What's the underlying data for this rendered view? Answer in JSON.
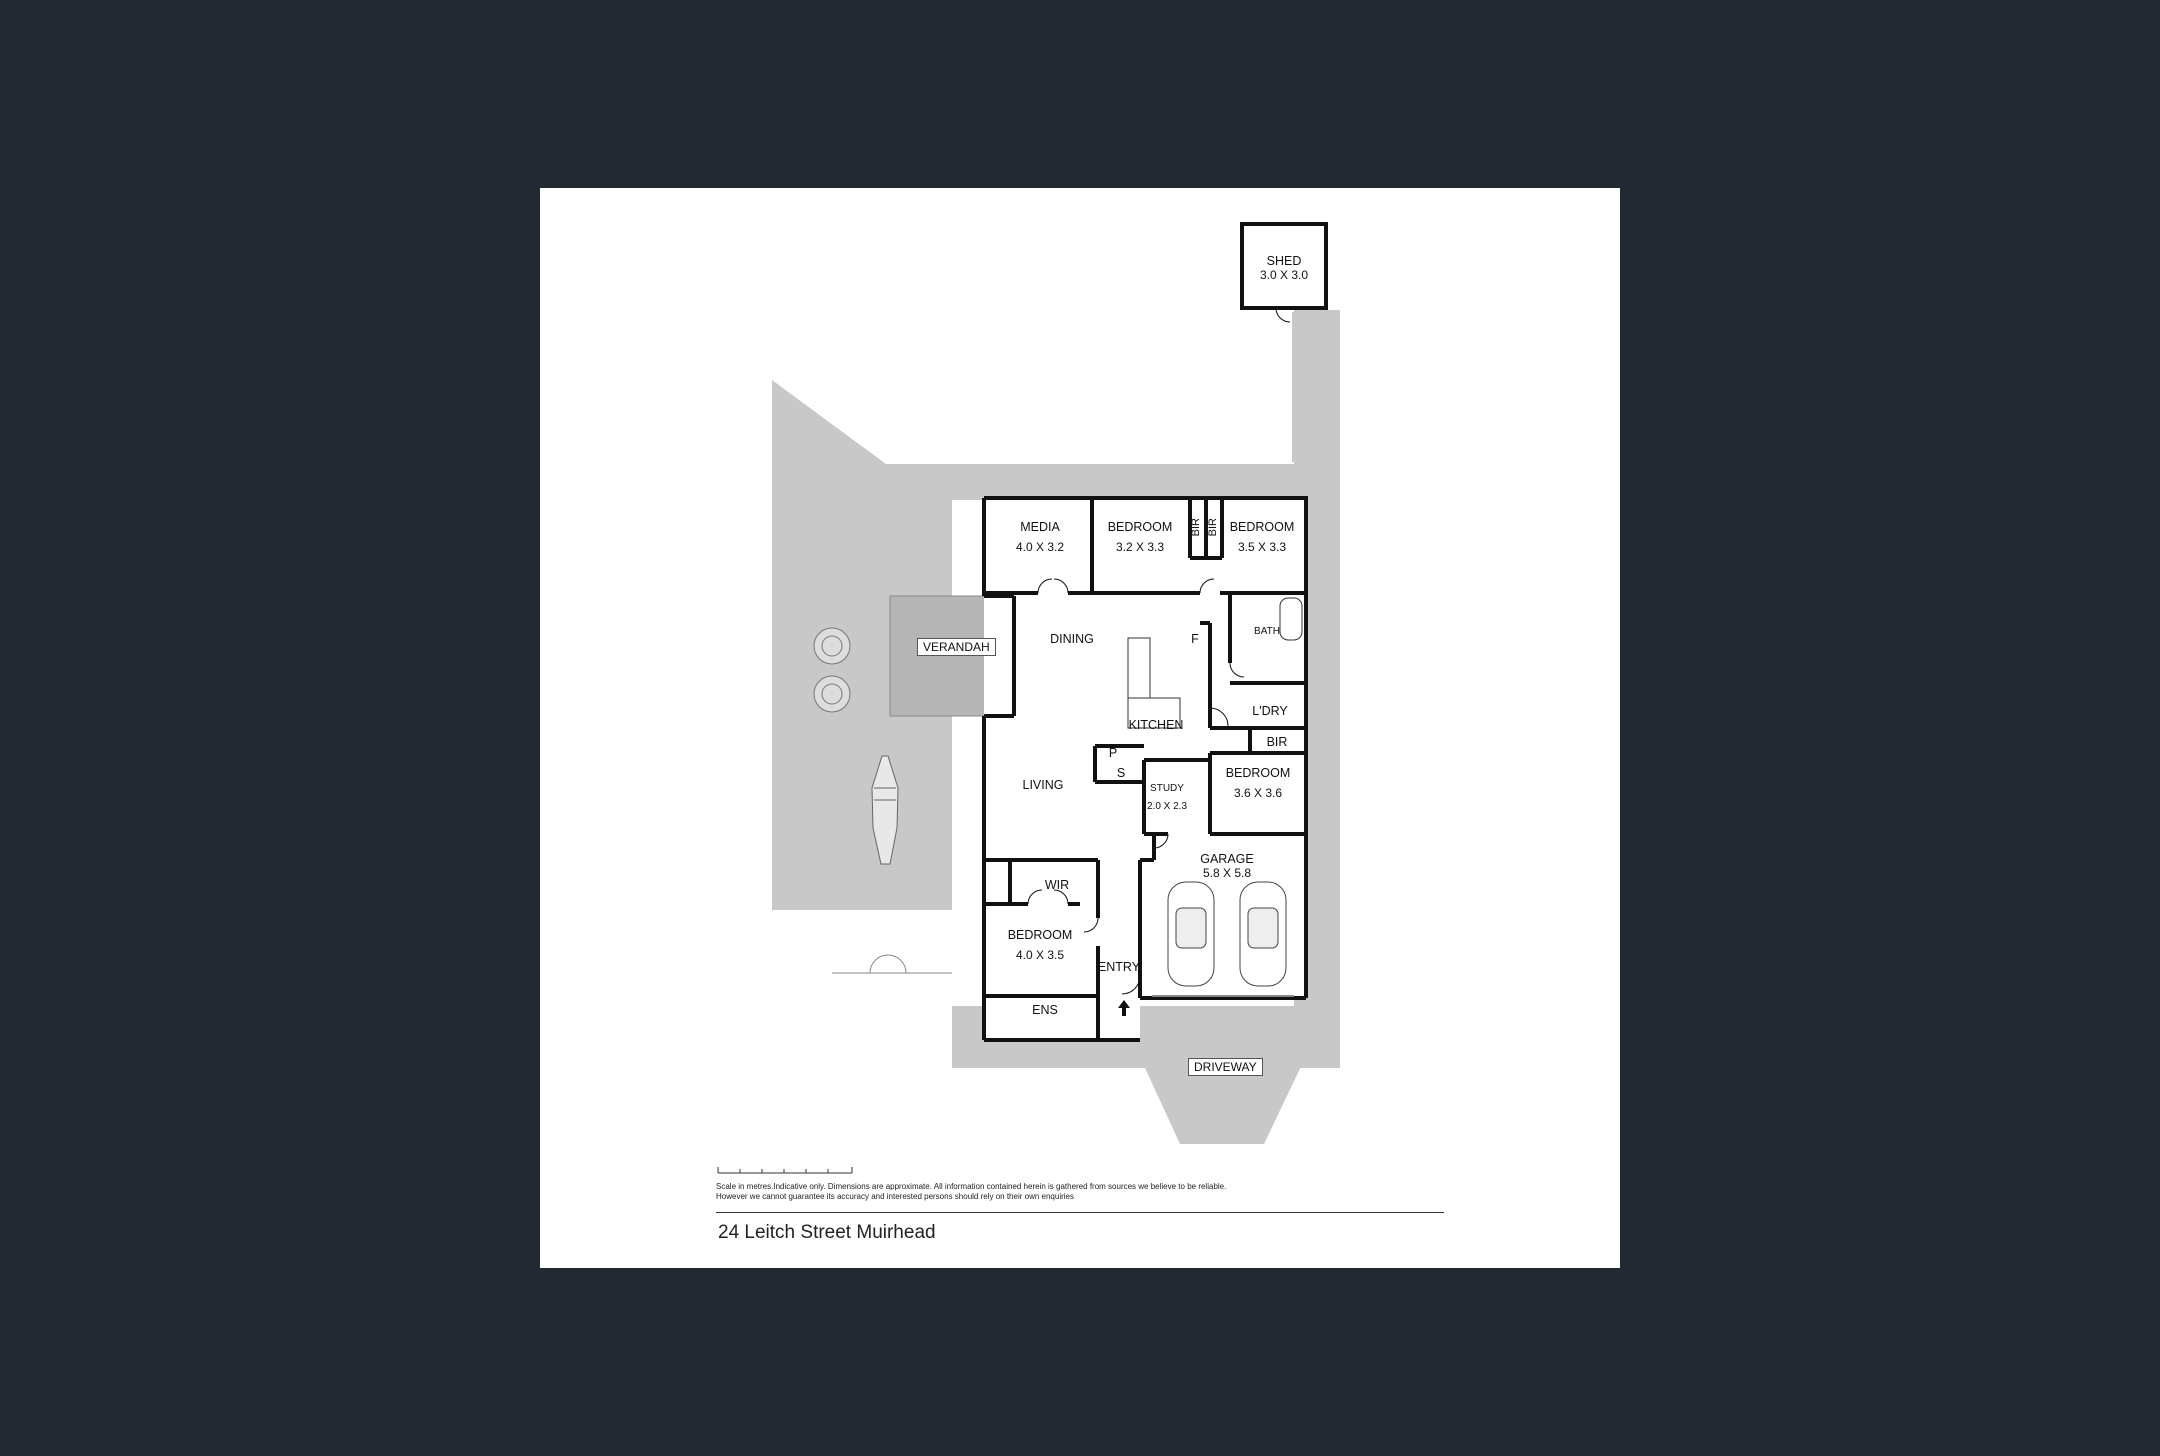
{
  "rooms": {
    "shed": {
      "label": "SHED",
      "dim": "3.0 X 3.0"
    },
    "media": {
      "label": "MEDIA",
      "dim": "4.0 X 3.2"
    },
    "bedroom2": {
      "label": "BEDROOM",
      "dim": "3.2 X 3.3"
    },
    "bedroom3": {
      "label": "BEDROOM",
      "dim": "3.5 X 3.3"
    },
    "bir_a": "BIR",
    "bir_b": "BIR",
    "bath": "BATH",
    "dining": "DINING",
    "kitchen": "KITCHEN",
    "fridge": "F",
    "laundry": "L'DRY",
    "bir_c": "BIR",
    "bedroom4": {
      "label": "BEDROOM",
      "dim": "3.6 X 3.6"
    },
    "pantry": "P",
    "store": "S",
    "living": "LIVING",
    "study": {
      "label": "STUDY",
      "dim": "2.0 X 2.3"
    },
    "garage": {
      "label": "GARAGE",
      "dim": "5.8 X 5.8"
    },
    "wir": "WIR",
    "bedroom1": {
      "label": "BEDROOM",
      "dim": "4.0 X 3.5"
    },
    "entry": "ENTRY",
    "ens": "ENS",
    "verandah": "VERANDAH",
    "driveway": "DRIVEWAY"
  },
  "disclaimer": "Scale in metres.Indicative only. Dimensions are approximate. All information contained herein is gathered from sources we believe to be reliable. However we cannot guarantee its accuracy and interested persons should rely on their own enquiries",
  "address": "24 Leitch Street Muirhead",
  "colors": {
    "background": "#232930",
    "sheet": "#ffffff",
    "outdoor": "#c8c8c8",
    "wall": "#111111"
  }
}
